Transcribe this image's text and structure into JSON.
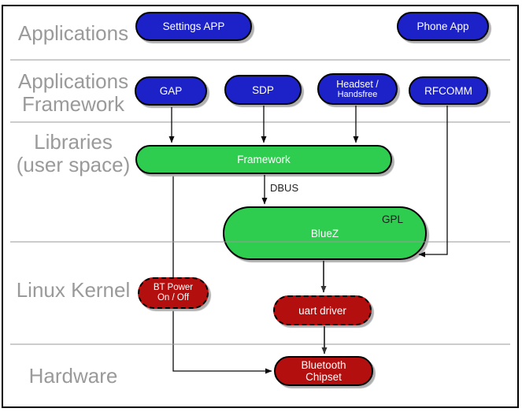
{
  "colors": {
    "app_blue": "#1c22c8",
    "lib_green": "#2ecc4f",
    "kernel_red": "#b30f0f",
    "label_gray": "#9a9a9a"
  },
  "layers": [
    {
      "lines": [
        "Applications"
      ]
    },
    {
      "lines": [
        "Applications",
        "Framework"
      ]
    },
    {
      "lines": [
        "Libraries",
        "(user space)"
      ]
    },
    {
      "lines": [
        "Linux Kernel"
      ]
    },
    {
      "lines": [
        "Hardware"
      ]
    }
  ],
  "nodes": {
    "settings_app": {
      "label": "Settings APP"
    },
    "phone_app": {
      "label": "Phone App"
    },
    "gap": {
      "label": "GAP"
    },
    "sdp": {
      "label": "SDP"
    },
    "headset": {
      "lines": [
        "Headset /",
        "Handsfree"
      ]
    },
    "rfcomm": {
      "label": "RFCOMM"
    },
    "framework": {
      "label": "Framework"
    },
    "bluez": {
      "label": "BlueZ",
      "badge": "GPL"
    },
    "bt_power": {
      "lines": [
        "BT Power",
        "On / Off"
      ]
    },
    "uart_driver": {
      "label": "uart driver"
    },
    "bluetooth_chipset": {
      "lines": [
        "Bluetooth",
        "Chipset"
      ]
    }
  },
  "edge_labels": {
    "dbus": "DBUS"
  }
}
